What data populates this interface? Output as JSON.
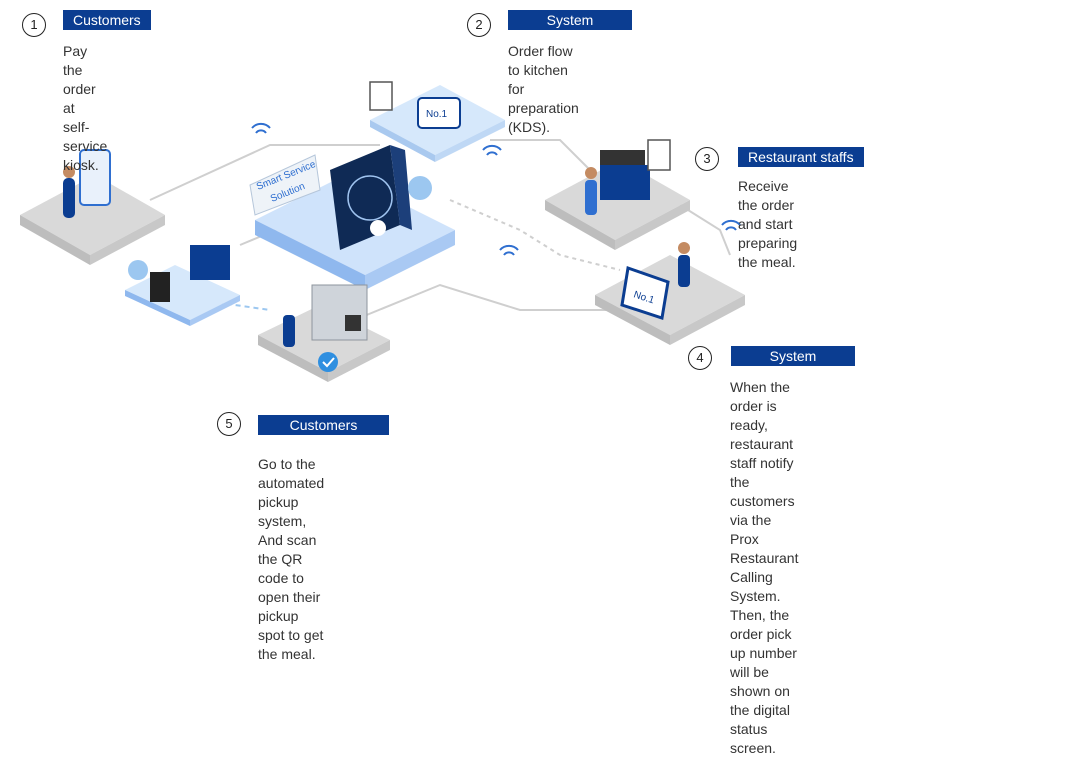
{
  "steps": [
    {
      "num": "1",
      "badge": "Customers",
      "text": "Pay the order at\nself-service kiosk."
    },
    {
      "num": "2",
      "badge": "System",
      "text": "Order flow to kitchen for preparation (KDS)."
    },
    {
      "num": "3",
      "badge": "Restaurant staffs",
      "text": "Receive the order and start\npreparing the meal."
    },
    {
      "num": "4",
      "badge": "System",
      "text": "When the order is ready, restaurant\nstaff notify the customers via the Prox\nRestaurant Calling System. Then, the\norder pick up number will be shown on\nthe digital status screen."
    },
    {
      "num": "5",
      "badge": "Customers",
      "text": "Go to the automated pickup system,\nAnd scan the QR code to open their\npickup spot to get the meal."
    }
  ],
  "illustration": {
    "hub_label": "Smart Service\nSolution",
    "screen_label": "No.1",
    "accent": "#0b3d91",
    "platform_color": "#d7d7d7",
    "hub_color": "#2f6fd0"
  }
}
